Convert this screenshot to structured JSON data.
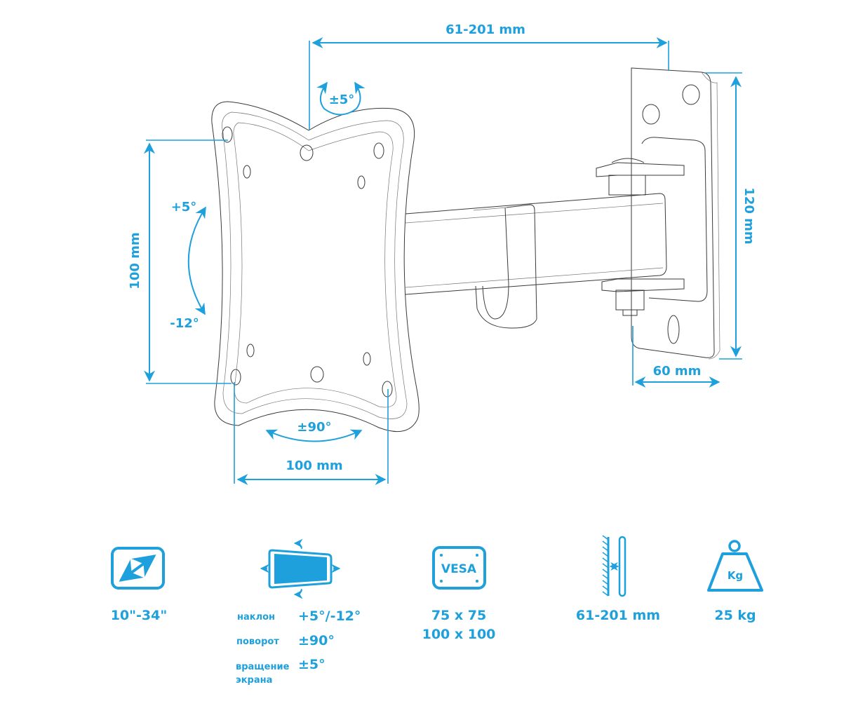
{
  "dimensions": {
    "arm_extension": "61-201 mm",
    "wall_plate_height": "120 mm",
    "wall_plate_width": "60 mm",
    "vesa_vertical": "100 mm",
    "vesa_horizontal": "100 mm",
    "rotation_screen": "±5°",
    "tilt_up": "+5°",
    "tilt_down": "-12°",
    "swivel": "±90°"
  },
  "specs": {
    "screen_size": {
      "icon": "diagonal-arrow-icon",
      "value": "10\"-34\""
    },
    "adjustments": {
      "icon": "screen-adjust-icon",
      "rows": [
        {
          "label": "наклон",
          "value": "+5°/-12°"
        },
        {
          "label": "поворот",
          "value": "±90°"
        },
        {
          "label": "вращение",
          "label2": "экрана",
          "value": "±5°"
        }
      ]
    },
    "vesa": {
      "icon": "vesa-icon",
      "icon_text": "VESA",
      "values": [
        "75 x 75",
        "100 x 100"
      ]
    },
    "wall_distance": {
      "icon": "wall-distance-icon",
      "value": "61-201 mm"
    },
    "max_load": {
      "icon": "weight-icon",
      "icon_text": "Kg",
      "value": "25 kg"
    }
  },
  "colors": {
    "accent": "#1ea0dc",
    "line": "#3a3a3a"
  }
}
